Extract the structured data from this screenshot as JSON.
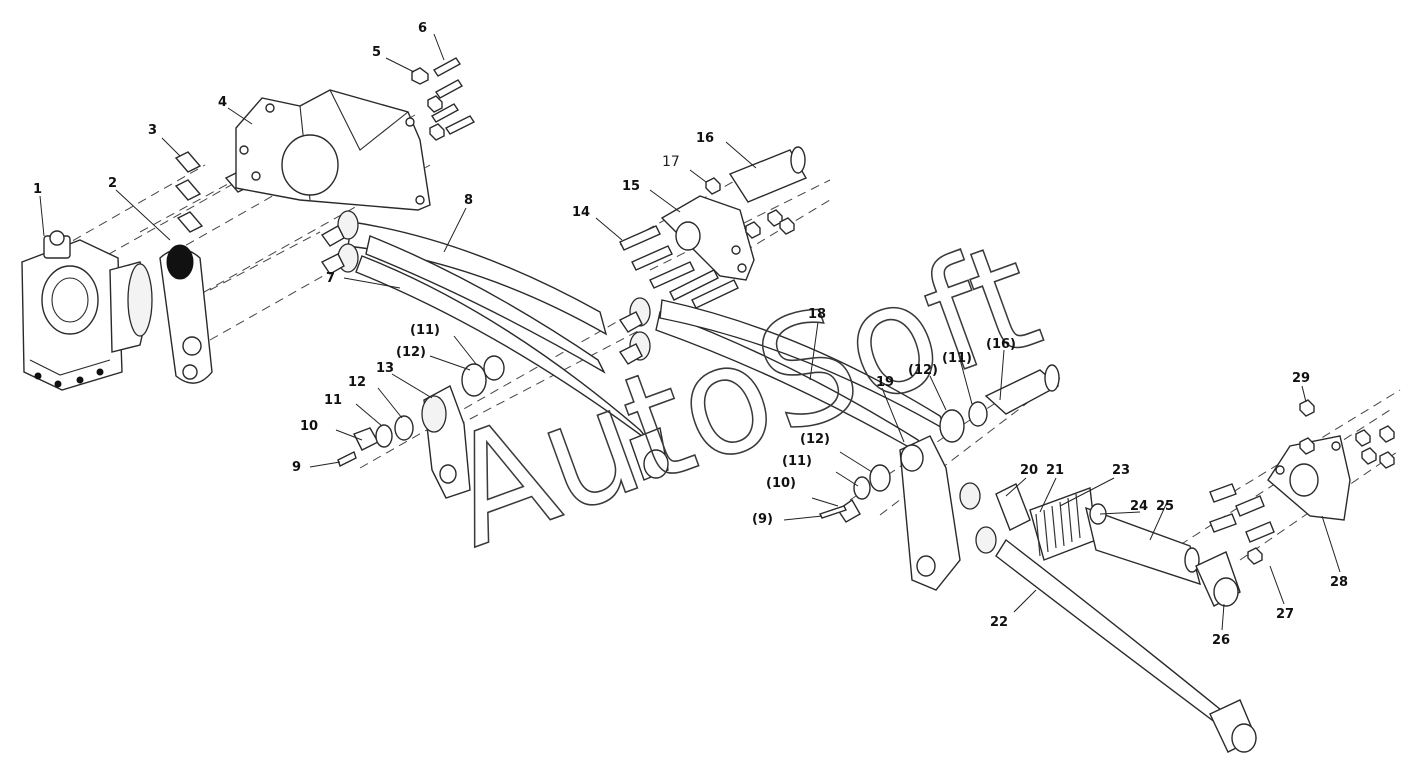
{
  "diagram": {
    "watermark": "AutoSoft",
    "callouts": [
      {
        "id": "c1",
        "text": "1"
      },
      {
        "id": "c2",
        "text": "2"
      },
      {
        "id": "c3",
        "text": "3"
      },
      {
        "id": "c4",
        "text": "4"
      },
      {
        "id": "c5",
        "text": "5"
      },
      {
        "id": "c6",
        "text": "6"
      },
      {
        "id": "c7",
        "text": "7"
      },
      {
        "id": "c8",
        "text": "8"
      },
      {
        "id": "c9",
        "text": "9"
      },
      {
        "id": "c10",
        "text": "10"
      },
      {
        "id": "c11",
        "text": "11"
      },
      {
        "id": "c12",
        "text": "12"
      },
      {
        "id": "c13",
        "text": "13"
      },
      {
        "id": "c14",
        "text": "14"
      },
      {
        "id": "c15",
        "text": "15"
      },
      {
        "id": "c16",
        "text": "16"
      },
      {
        "id": "c17",
        "text": "17"
      },
      {
        "id": "c18",
        "text": "18"
      },
      {
        "id": "c19",
        "text": "19"
      },
      {
        "id": "c20",
        "text": "20"
      },
      {
        "id": "c21",
        "text": "21"
      },
      {
        "id": "c22",
        "text": "22"
      },
      {
        "id": "c23",
        "text": "23"
      },
      {
        "id": "c24",
        "text": "24"
      },
      {
        "id": "c25",
        "text": "25"
      },
      {
        "id": "c26",
        "text": "26"
      },
      {
        "id": "c27",
        "text": "27"
      },
      {
        "id": "c28",
        "text": "28"
      },
      {
        "id": "c29",
        "text": "29"
      },
      {
        "id": "c11a",
        "text": "(11)"
      },
      {
        "id": "c12a",
        "text": "(12)"
      },
      {
        "id": "c16a",
        "text": "(16)"
      },
      {
        "id": "c12b",
        "text": "(12)"
      },
      {
        "id": "c11b",
        "text": "(11)"
      },
      {
        "id": "c12c",
        "text": "(12)"
      },
      {
        "id": "c11c",
        "text": "(11)"
      },
      {
        "id": "c10a",
        "text": "(10)"
      },
      {
        "id": "c9a",
        "text": "(9)"
      }
    ]
  }
}
